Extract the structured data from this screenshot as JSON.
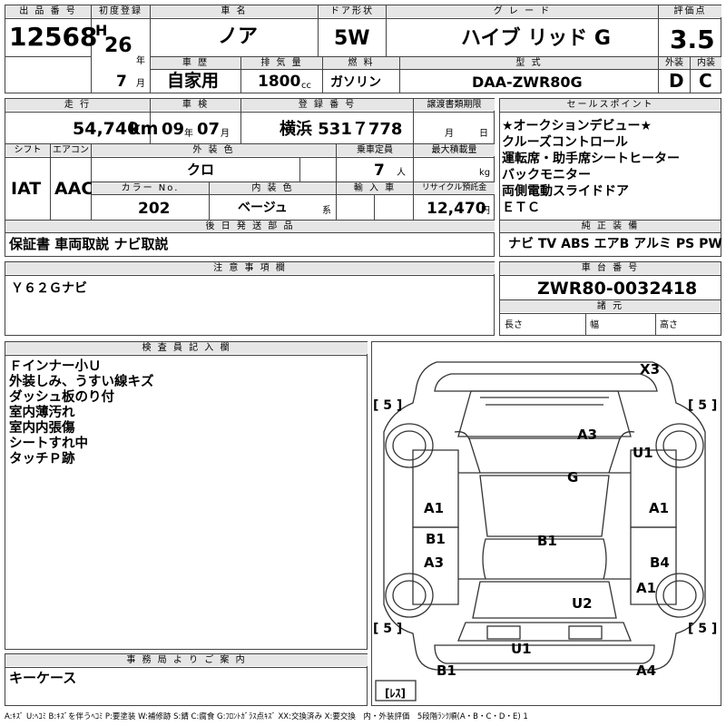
{
  "header": {
    "lot_no_label": "出 品 番 号",
    "lot_no": "12568",
    "first_reg_label": "初度登録",
    "era": "H",
    "year": "26",
    "year_unit": "年",
    "month": "7",
    "month_unit": "月",
    "name_label": "車 名",
    "name": "ノア",
    "door_label": "ドア形状",
    "door": "5W",
    "grade_label": "グ レ ー ド",
    "grade": "ハイブ リッド G",
    "score_label": "評価点",
    "score": "3.5",
    "history_label": "車 歴",
    "history": "自家用",
    "displacement_label": "排 気 量",
    "displacement": "1800",
    "displacement_unit": "cc",
    "fuel_label": "燃 料",
    "fuel": "ガソリン",
    "model_label": "型 式",
    "model": "DAA-ZWR80G",
    "exterior_label": "外装",
    "exterior": "D",
    "interior_label": "内装",
    "interior": "C"
  },
  "row2": {
    "mileage_label": "走 行",
    "mileage": "54,740",
    "mileage_unit": "km",
    "inspection_label": "車 検",
    "insp_year": "09",
    "insp_year_unit": "年",
    "insp_month": "07",
    "insp_month_unit": "月",
    "reg_no_label": "登 録 番 号",
    "reg_no": "横浜 531７778",
    "transfer_label": "譲渡書類期限",
    "transfer_month_unit": "月",
    "transfer_day_unit": "日",
    "shift_label": "シフト",
    "shift": "IAT",
    "ac_label": "エアコン",
    "ac": "AAC",
    "ext_color_label": "外 装 色",
    "ext_color": "クロ",
    "capacity_label": "乗車定員",
    "capacity": "7",
    "capacity_unit": "人",
    "max_load_label": "最大積載量",
    "max_load_unit": "kg",
    "color_no_label": "カラー No.",
    "color_no": "202",
    "int_color_label": "内 装 色",
    "int_color": "ベージュ",
    "int_color_unit": "系",
    "import_label": "輸 入 車",
    "recycle_label": "リサイクル預託金",
    "recycle": "12,470",
    "recycle_unit": "円",
    "later_parts_label": "後 日 発 送 部 品",
    "later_parts": "保証書 車両取説 ナビ取説"
  },
  "selling": {
    "label": "セールスポイント",
    "lines": "★オークションデビュー★\nクルーズコントロール\n運転席・助手席シートヒーター\nバックモニター\n両側電動スライドドア\nＥＴＣ"
  },
  "equipment": {
    "label": "純 正 装 備",
    "items": "ナビ TV ABS エアB アルミ PS PW"
  },
  "caution": {
    "label": "注 意 事 項 欄",
    "text": "Ｙ６２Ｇナビ"
  },
  "chassis": {
    "label": "車 台 番 号",
    "number": "ZWR80-0032418",
    "dims_label": "諸 元",
    "length_label": "長さ",
    "width_label": "幅",
    "height_label": "高さ"
  },
  "inspector": {
    "label": "検 査 員 記 入 欄",
    "text": "Ｆインナー小Ｕ\n外装しみ、うすい線キズ\nダッシュ板のり付\n室内薄汚れ\n室内内張傷\nシートすれ中\nタッチＰ跡"
  },
  "office": {
    "label": "事 務 局 よ り ご 案 内",
    "text": "キーケース"
  },
  "diagram": {
    "tires": [
      "[ 5 ]",
      "[ 5 ]",
      "[ 5 ]",
      "[ 5 ]"
    ],
    "spare": "[ﾚｽ]",
    "marks": {
      "x3": "X3",
      "a3_top": "A3",
      "u1_right": "U1",
      "g": "G",
      "a1_left": "A1",
      "a1_right": "A1",
      "b1_left": "B1",
      "b1_center": "B1",
      "a3_left": "A3",
      "b4": "B4",
      "a1_rear": "A1",
      "u2": "U2",
      "u1_bottom": "U1",
      "b1_bottom": "B1",
      "a4": "A4"
    }
  },
  "legend": "A:ｷｽﾞ U:ﾍｺﾐ B:ｷｽﾞを伴うﾍｺﾐ P:要塗装 W:補修跡 S:錆 C:腐食 G:ﾌﾛﾝﾄｶﾞﾗｽ点ｷｽﾞ XX:交換済み X:要交換　内・外装評価　5段階ﾗﾝｸ順(A・B・C・D・E) 1"
}
